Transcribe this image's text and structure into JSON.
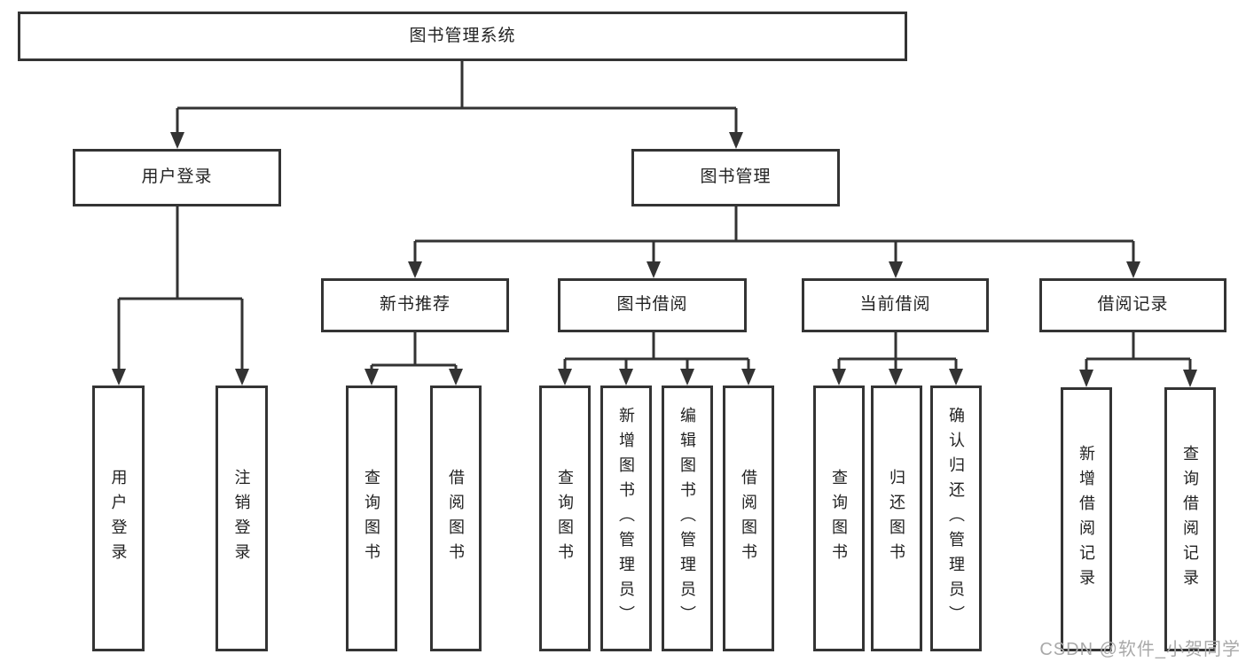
{
  "diagram": {
    "type": "hierarchy-tree",
    "title": "图书管理系统",
    "watermark": "CSDN @软件_小贺同学",
    "colors": {
      "line": "#333333",
      "box_border": "#343434",
      "text": "#222222",
      "background": "#ffffff",
      "watermark": "#a9a9a9"
    },
    "nodes": {
      "root": {
        "label": "图书管理系统"
      },
      "user_login": {
        "label": "用户登录"
      },
      "book_mgmt": {
        "label": "图书管理"
      },
      "new_book_rec": {
        "label": "新书推荐"
      },
      "book_borrow": {
        "label": "图书借阅"
      },
      "current_borrow": {
        "label": "当前借阅"
      },
      "borrow_record": {
        "label": "借阅记录"
      },
      "leaf_user_login": {
        "label": "用户登录"
      },
      "leaf_logout": {
        "label": "注销登录"
      },
      "leaf_query_book_1": {
        "label": "查询图书"
      },
      "leaf_borrow_book_1": {
        "label": "借阅图书"
      },
      "leaf_query_book_2": {
        "label": "查询图书"
      },
      "leaf_add_book": {
        "label": "新增图书（管理员）"
      },
      "leaf_edit_book": {
        "label": "编辑图书（管理员）"
      },
      "leaf_borrow_book_2": {
        "label": "借阅图书"
      },
      "leaf_query_book_3": {
        "label": "查询图书"
      },
      "leaf_return_book": {
        "label": "归还图书"
      },
      "leaf_confirm_return": {
        "label": "确认归还（管理员）"
      },
      "leaf_add_borrow_record": {
        "label": "新增借阅记录"
      },
      "leaf_query_borrow_record": {
        "label": "查询借阅记录"
      }
    },
    "edges": [
      {
        "from": "图书管理系统",
        "to": "用户登录"
      },
      {
        "from": "图书管理系统",
        "to": "图书管理"
      },
      {
        "from": "用户登录",
        "to": "用户登录"
      },
      {
        "from": "用户登录",
        "to": "注销登录"
      },
      {
        "from": "图书管理",
        "to": "新书推荐"
      },
      {
        "from": "图书管理",
        "to": "图书借阅"
      },
      {
        "from": "图书管理",
        "to": "当前借阅"
      },
      {
        "from": "图书管理",
        "to": "借阅记录"
      },
      {
        "from": "新书推荐",
        "to": "查询图书"
      },
      {
        "from": "新书推荐",
        "to": "借阅图书"
      },
      {
        "from": "图书借阅",
        "to": "查询图书"
      },
      {
        "from": "图书借阅",
        "to": "新增图书（管理员）"
      },
      {
        "from": "图书借阅",
        "to": "编辑图书（管理员）"
      },
      {
        "from": "图书借阅",
        "to": "借阅图书"
      },
      {
        "from": "当前借阅",
        "to": "查询图书"
      },
      {
        "from": "当前借阅",
        "to": "归还图书"
      },
      {
        "from": "当前借阅",
        "to": "确认归还（管理员）"
      },
      {
        "from": "借阅记录",
        "to": "新增借阅记录"
      },
      {
        "from": "借阅记录",
        "to": "查询借阅记录"
      }
    ]
  }
}
